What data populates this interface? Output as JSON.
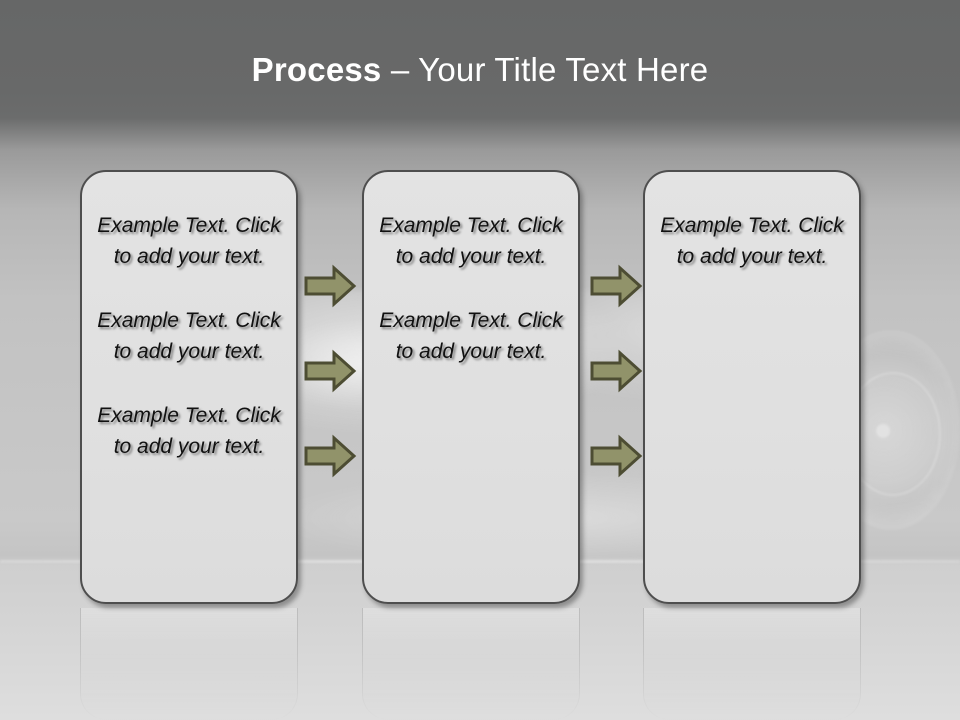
{
  "slide": {
    "title": {
      "strong": "Process",
      "rest": " – Your Title Text Here"
    },
    "background": {
      "header_color": "#676868",
      "body_color": "#c6c6c6",
      "floor_color": "#dedede"
    }
  },
  "diagram": {
    "type": "process-flow",
    "columns": [
      {
        "name": "column-1",
        "blocks": [
          "Example Text. Click  to add your text.",
          "Example Text. Click  to add your text.",
          "Example Text. Click  to add your text."
        ]
      },
      {
        "name": "column-2",
        "blocks": [
          "Example Text. Click  to add your text.",
          "Example Text. Click  to add your text."
        ]
      },
      {
        "name": "column-3",
        "blocks": [
          "Example Text. Click  to add your text."
        ]
      }
    ],
    "connector_groups": [
      {
        "name": "arrows-between-1-and-2",
        "count": 3,
        "direction": "right"
      },
      {
        "name": "arrows-between-2-and-3",
        "count": 3,
        "direction": "right"
      }
    ],
    "colors": {
      "box_fill": "#e0e0e0",
      "box_border": "#4e4e4e",
      "arrow_fill": "#91936a",
      "arrow_border": "#4d4d33",
      "text_color": "#111111",
      "title_color": "#ffffff"
    }
  }
}
